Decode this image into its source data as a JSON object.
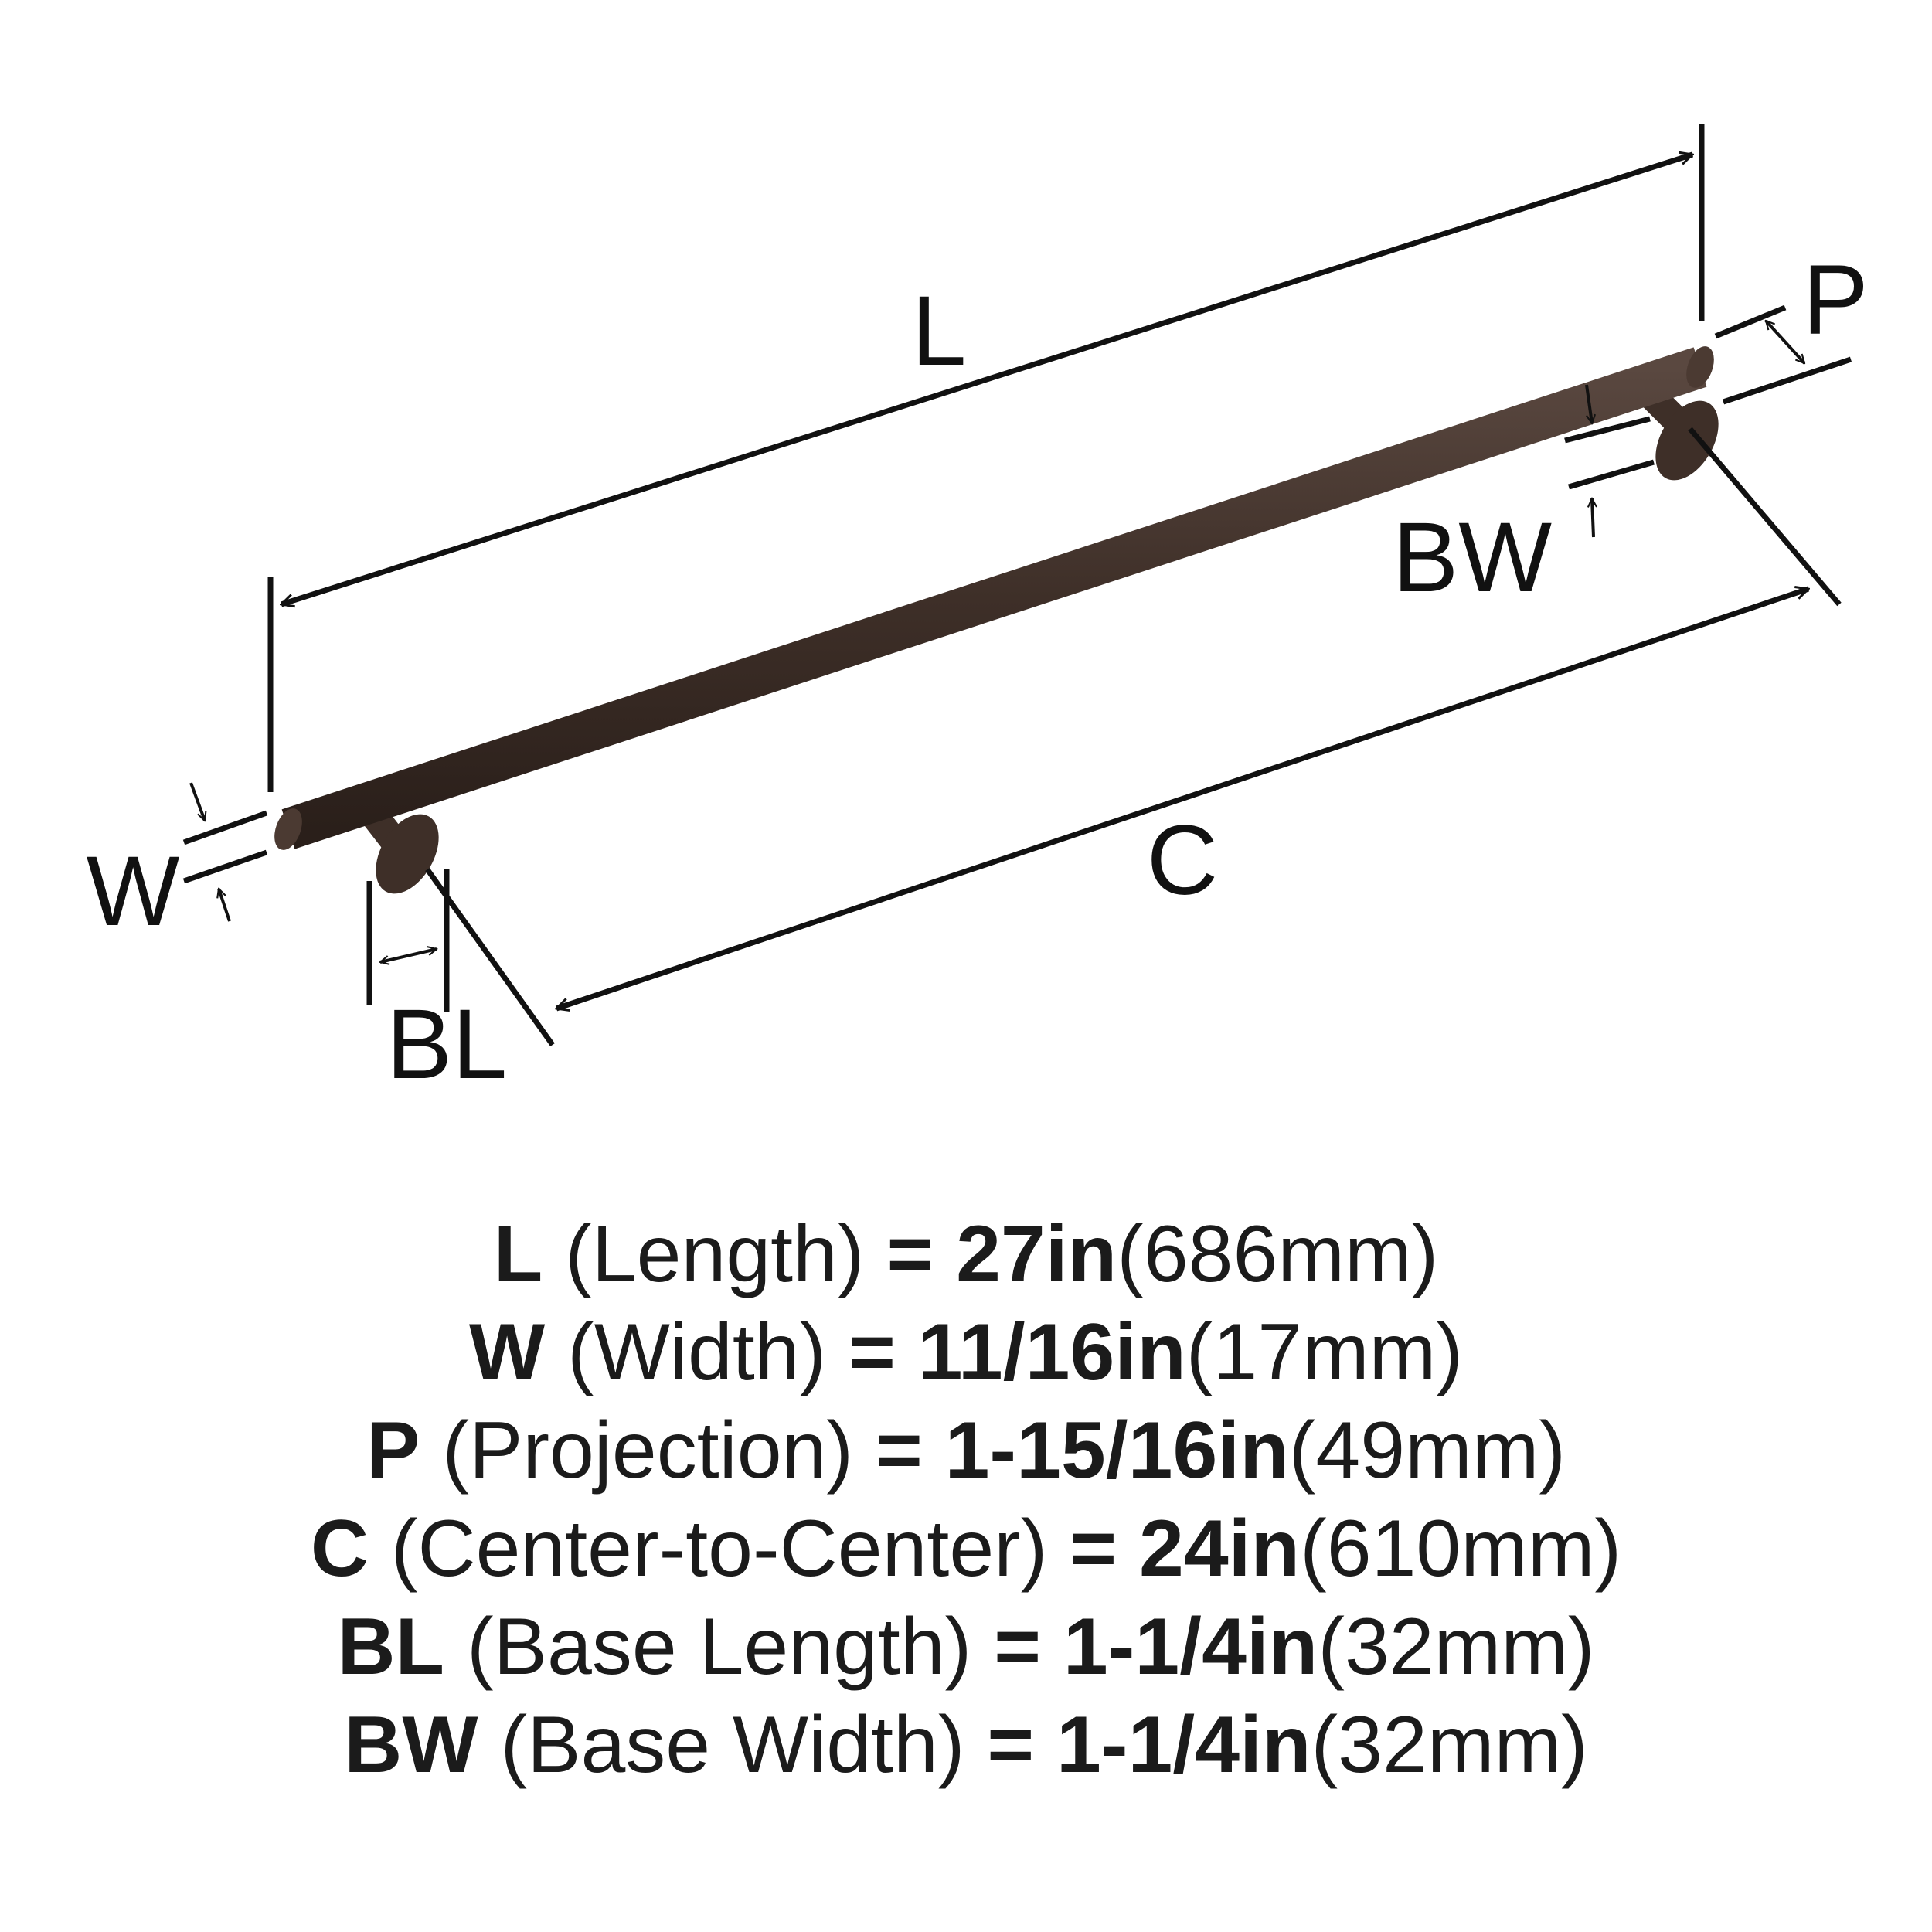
{
  "colors": {
    "handle": "#3e2f28",
    "line": "#111111",
    "text": "#1b1b1b",
    "background": "#ffffff"
  },
  "diagram_labels": {
    "L": "L",
    "W": "W",
    "P": "P",
    "C": "C",
    "BL": "BL",
    "BW": "BW"
  },
  "specs": [
    {
      "code": "L",
      "name": "(Length)",
      "eq": "=",
      "imperial": "27in",
      "metric": "(686mm)"
    },
    {
      "code": "W",
      "name": "(Width)",
      "eq": "=",
      "imperial": "11/16in",
      "metric": "(17mm)"
    },
    {
      "code": "P",
      "name": "(Projection)",
      "eq": "=",
      "imperial": "1-15/16in",
      "metric": "(49mm)"
    },
    {
      "code": "C",
      "name": "(Center-to-Center)",
      "eq": "=",
      "imperial": "24in",
      "metric": "(610mm)"
    },
    {
      "code": "BL",
      "name": "(Base Length)",
      "eq": "=",
      "imperial": "1-1/4in",
      "metric": "(32mm)"
    },
    {
      "code": "BW",
      "name": "(Base Width)",
      "eq": "=",
      "imperial": "1-1/4in",
      "metric": "(32mm)"
    }
  ]
}
